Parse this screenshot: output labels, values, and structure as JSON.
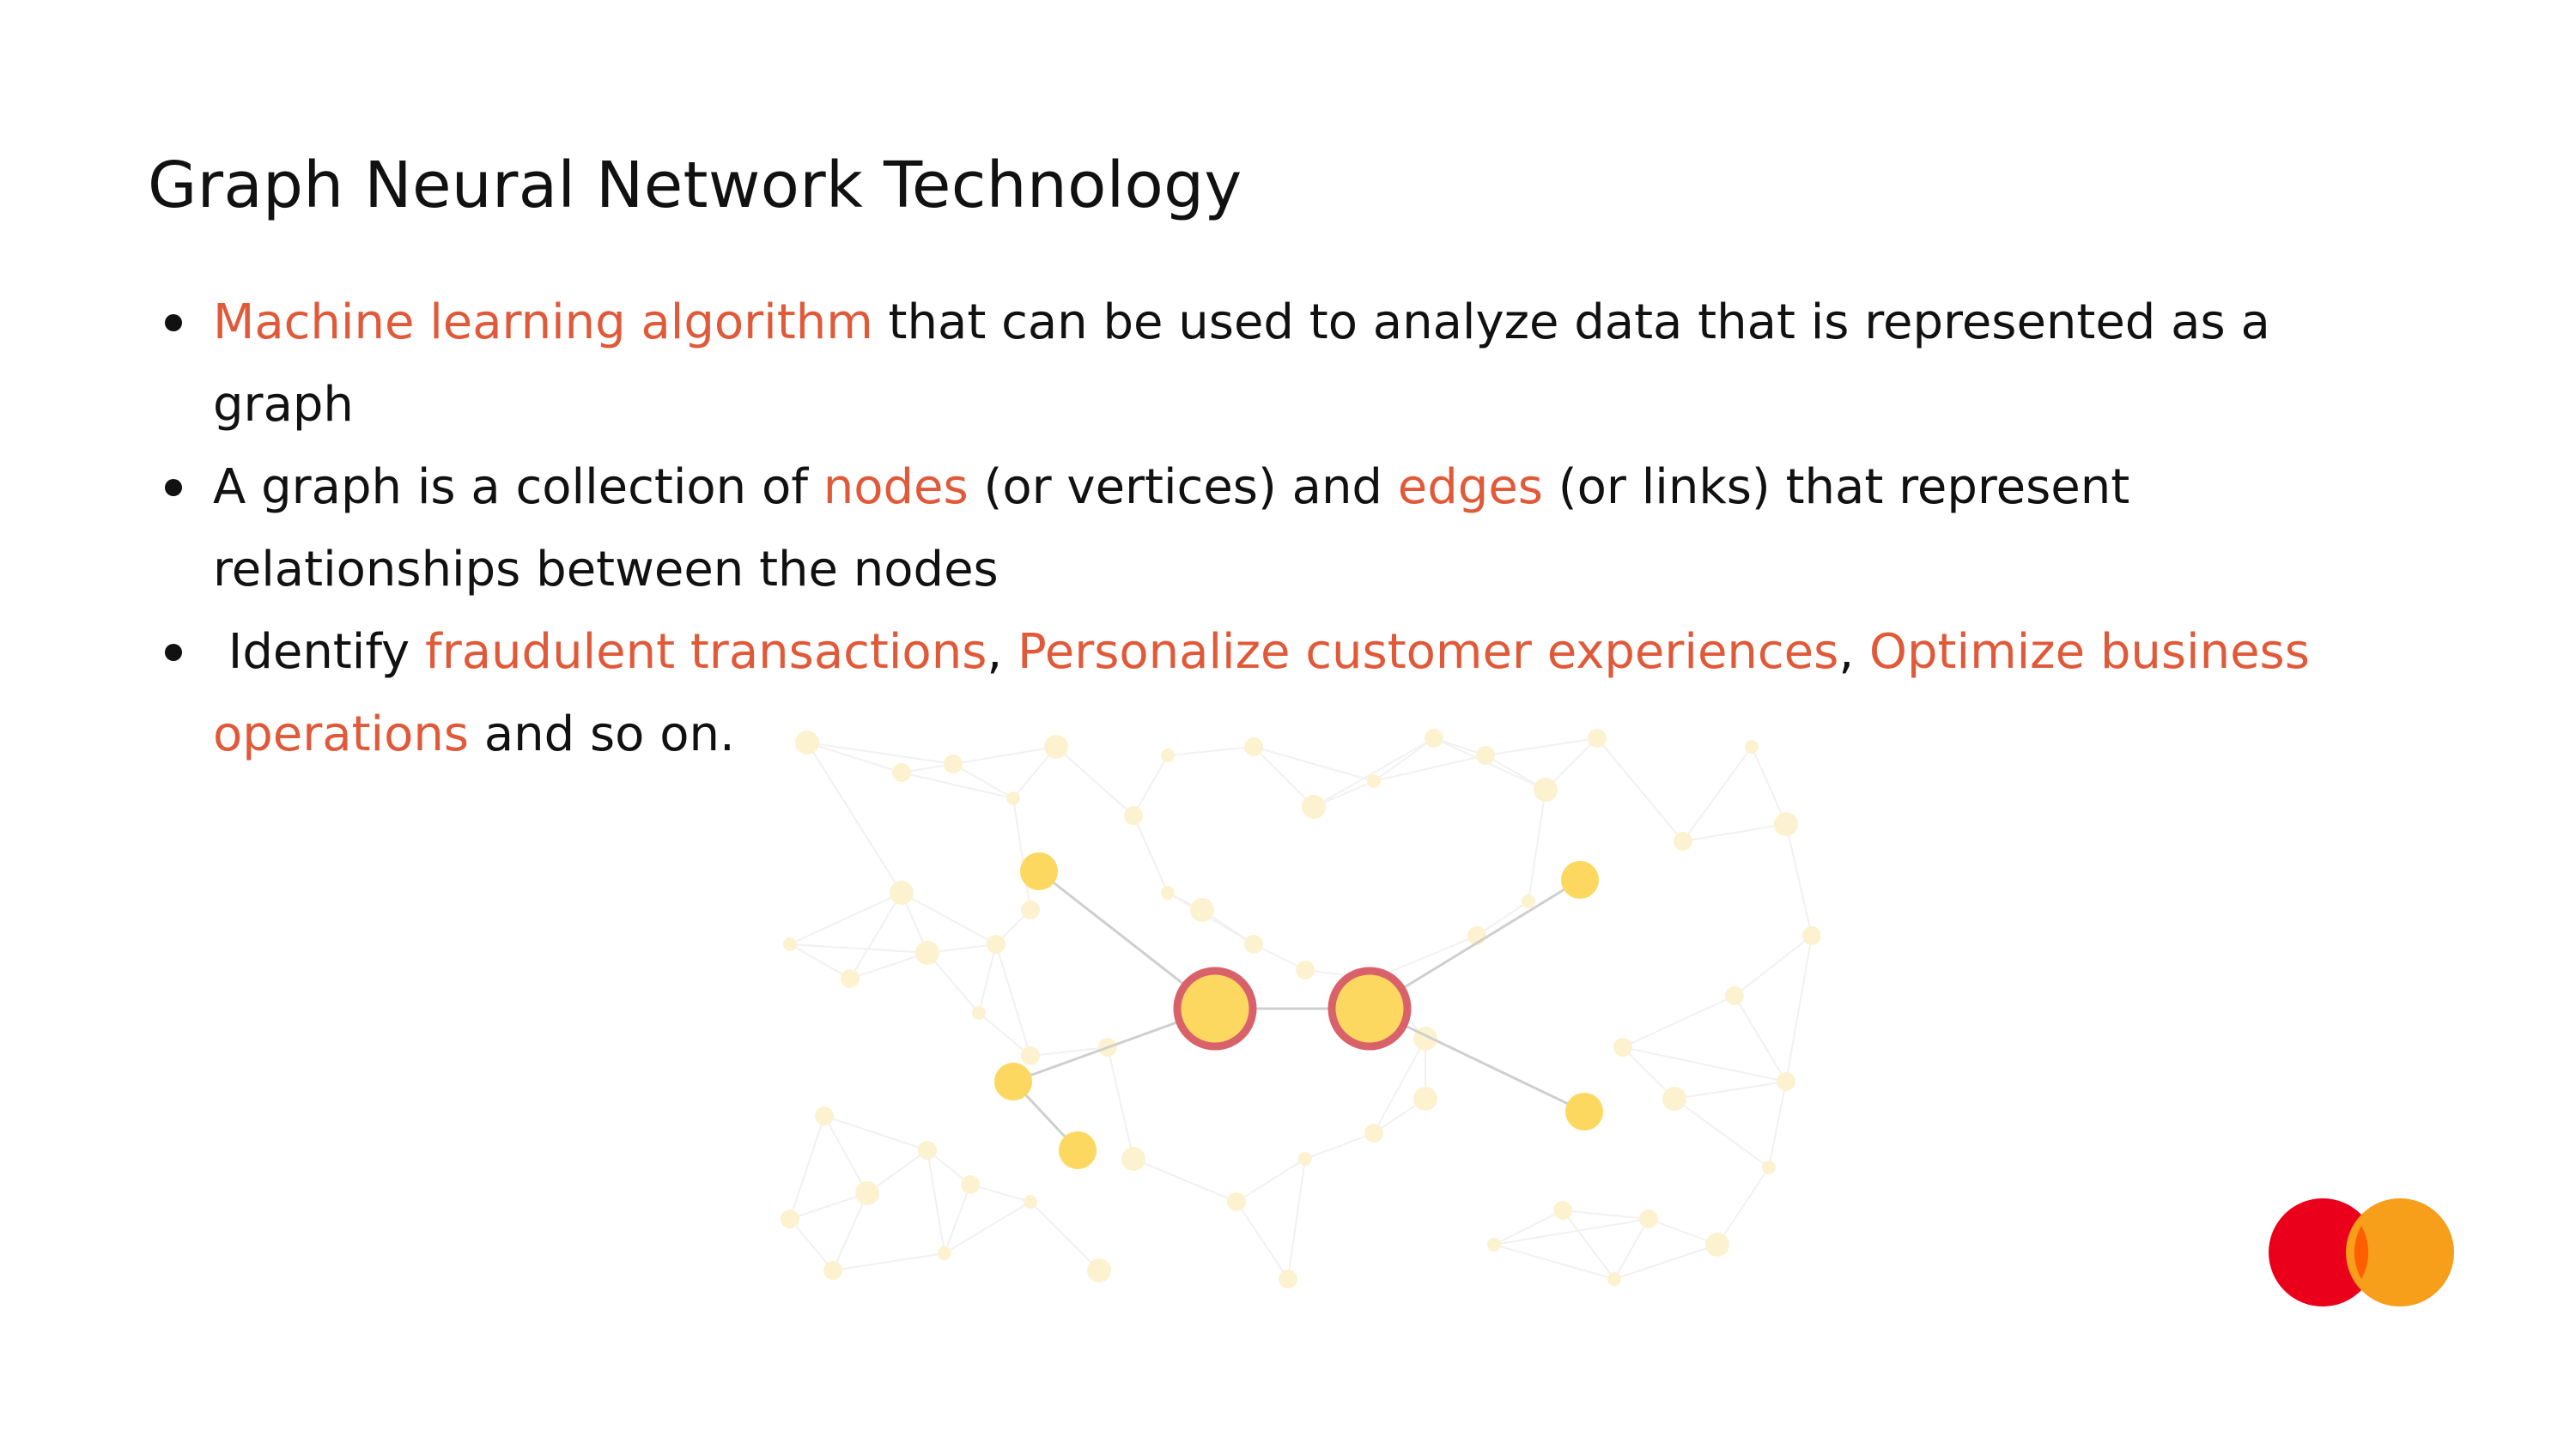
{
  "slide": {
    "title": "Graph Neural Network Technology",
    "bullets": [
      {
        "parts": [
          {
            "text": "Machine learning algorithm",
            "highlight": true
          },
          {
            "text": " that can be used to analyze data that is represented as a graph",
            "highlight": false
          }
        ]
      },
      {
        "parts": [
          {
            "text": "A graph is a collection of ",
            "highlight": false
          },
          {
            "text": "nodes",
            "highlight": true
          },
          {
            "text": " (or vertices) and ",
            "highlight": false
          },
          {
            "text": "edges",
            "highlight": true
          },
          {
            "text": " (or links) that represent relationships between the nodes",
            "highlight": false
          }
        ]
      },
      {
        "parts": [
          {
            "text": " Identify ",
            "highlight": false
          },
          {
            "text": "fraudulent transactions",
            "highlight": true
          },
          {
            "text": ", ",
            "highlight": false
          },
          {
            "text": "Personalize customer experiences",
            "highlight": true
          },
          {
            "text": ", ",
            "highlight": false
          },
          {
            "text": "Optimize business operations",
            "highlight": true
          },
          {
            "text": " and so on.",
            "highlight": false
          }
        ]
      }
    ]
  },
  "colors": {
    "text": "#111111",
    "highlight": "#e05a3a",
    "node_fill": "#fdd860",
    "node_ring": "#d9626a",
    "logo_left": "#eb001b",
    "logo_right": "#f79e1b",
    "logo_overlap": "#ff5f00"
  },
  "illustration": {
    "name": "network-graph-illustration",
    "focus_nodes": 2,
    "linked_nodes": 5
  },
  "logo": {
    "name": "mastercard-logo-icon"
  }
}
